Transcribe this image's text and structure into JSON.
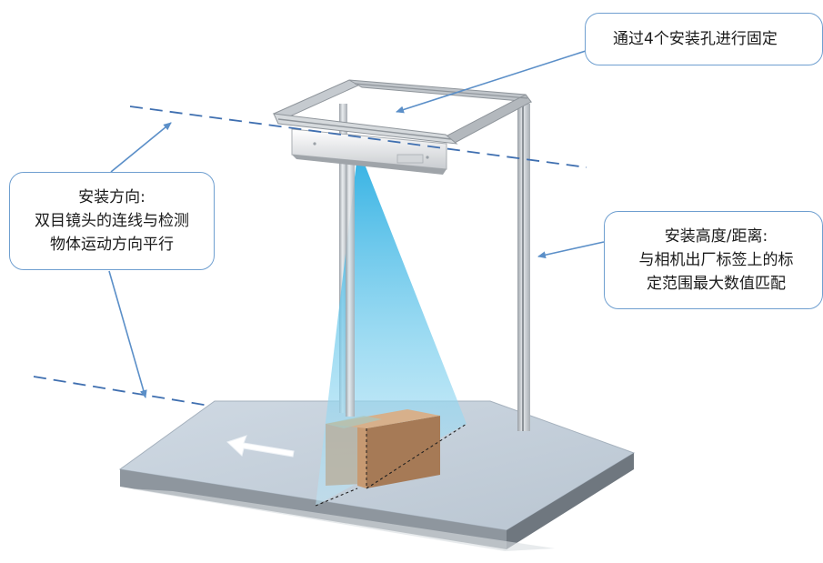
{
  "callouts": {
    "mount_holes": "通过4个安装孔进行固定",
    "direction": {
      "line1": "安装方向:",
      "line2": "双目镜头的连线与检测",
      "line3": "物体运动方向平行"
    },
    "height": {
      "line1": "安装高度/距离:",
      "line2": "与相机出厂标签上的标",
      "line3": "定范围最大数值匹配"
    }
  },
  "colors": {
    "callout_border": "#6f9fd0",
    "arrow": "#5b8fc8",
    "dashed_line": "#3f6fb0",
    "beam": "#35b6e6",
    "box": "#c89a73",
    "platform_top": "#c5d0dc",
    "frame": "#b9bec4"
  }
}
